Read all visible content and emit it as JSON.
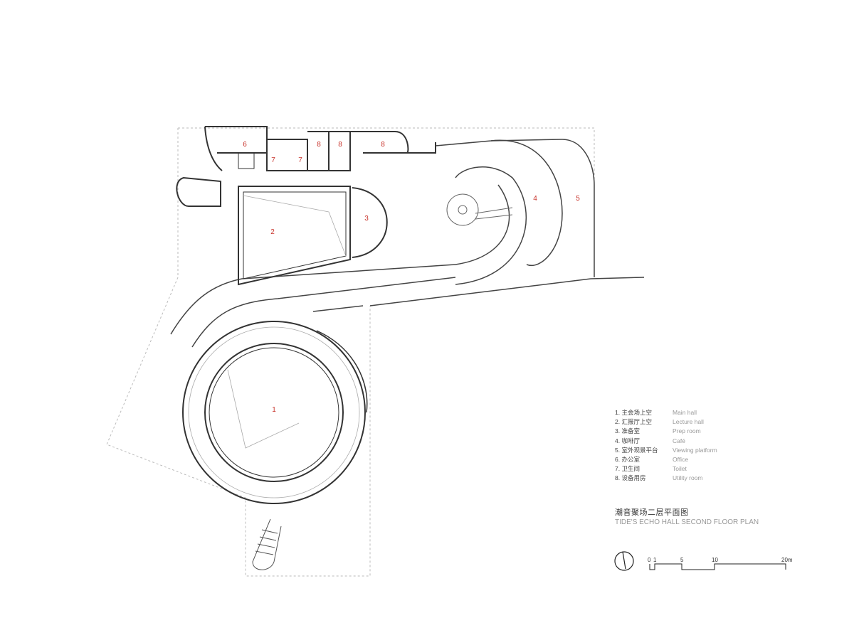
{
  "rooms": [
    {
      "num": "1",
      "name_zh": "主会场上空",
      "name_en": "Main hall"
    },
    {
      "num": "2",
      "name_zh": "汇报厅上空",
      "name_en": "Lecture hall"
    },
    {
      "num": "3",
      "name_zh": "准备室",
      "name_en": "Prep room"
    },
    {
      "num": "4",
      "name_zh": "咖啡厅",
      "name_en": "Café"
    },
    {
      "num": "5",
      "name_zh": "室外观景平台",
      "name_en": "Viewing platform"
    },
    {
      "num": "6",
      "name_zh": "办公室",
      "name_en": "Office"
    },
    {
      "num": "7",
      "name_zh": "卫生间",
      "name_en": "Toilet"
    },
    {
      "num": "8",
      "name_zh": "设备用房",
      "name_en": "Utility room"
    }
  ],
  "legend": [
    {
      "zh": "1. 主会场上空",
      "en": "Main hall"
    },
    {
      "zh": "2. 汇报厅上空",
      "en": "Lecture hall"
    },
    {
      "zh": "3. 准备室",
      "en": "Prep room"
    },
    {
      "zh": "4. 咖啡厅",
      "en": "Café"
    },
    {
      "zh": "5. 室外观景平台",
      "en": "Viewing platform"
    },
    {
      "zh": "6. 办公室",
      "en": "Office"
    },
    {
      "zh": "7. 卫生间",
      "en": "Toilet"
    },
    {
      "zh": "8. 设备用房",
      "en": "Utility room"
    }
  ],
  "title": {
    "zh": "潮音聚场二层平面图",
    "en": "TIDE'S ECHO HALL SECOND FLOOR PLAN"
  },
  "scale_bar": {
    "labels": [
      "0",
      "1",
      "5",
      "10",
      "20m"
    ]
  },
  "colors": {
    "room_number": "#c8332b",
    "wall": "#333333",
    "light_line": "#bbbbbb"
  }
}
